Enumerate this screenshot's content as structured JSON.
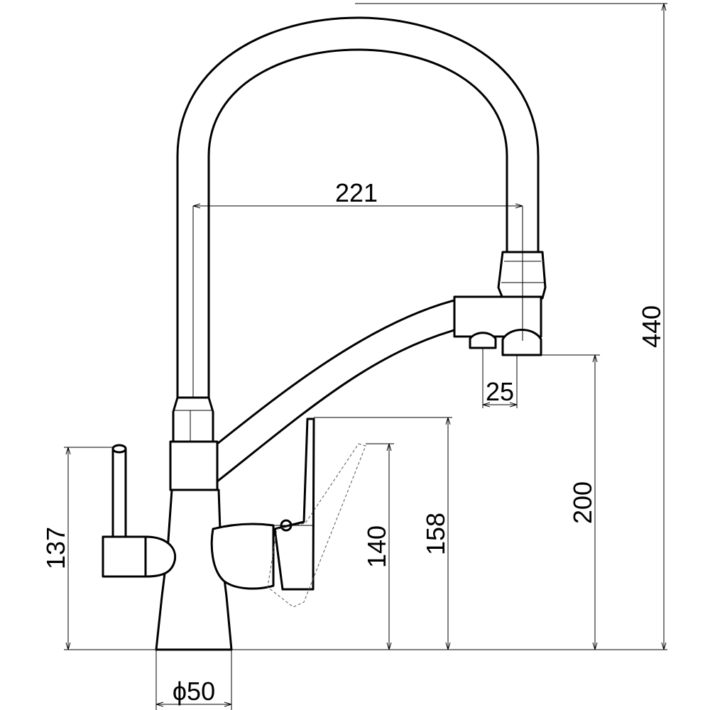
{
  "drawing": {
    "dimensions": {
      "spout_reach": "221",
      "total_height": "440",
      "outlet_spacing": "25",
      "outlet_height": "200",
      "lever_height": "158",
      "lever_tilt_height": "140",
      "filter_handle_height": "137",
      "base_diameter": "ϕ50"
    }
  }
}
